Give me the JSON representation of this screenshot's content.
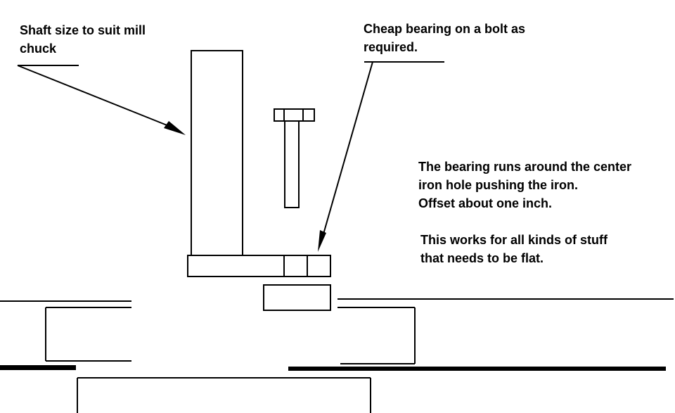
{
  "canvas": {
    "background": "#ffffff",
    "line_color": "#000000"
  },
  "annotations": {
    "shaft_label": "Shaft size to suit mill\nchuck",
    "bearing_label": "Cheap bearing on a bolt as\nrequired.",
    "note_bearing_runs": "The bearing runs around the center\niron hole pushing the iron.\nOffset about one inch.",
    "note_works": "This works for all kinds of stuff\nthat needs to be flat."
  }
}
